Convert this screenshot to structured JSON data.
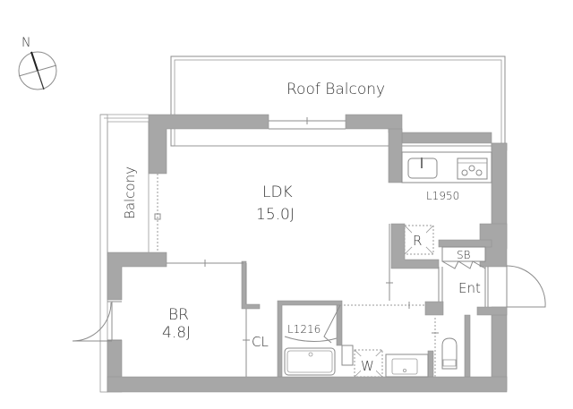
{
  "compass": {
    "label": "N",
    "icon": "north-arrow-compass-icon"
  },
  "rooms": {
    "roof_balcony": {
      "label": "Roof Balcony"
    },
    "balcony": {
      "label": "Balcony"
    },
    "ldk": {
      "label": "LDK",
      "size": "15.0J"
    },
    "kitchen": {
      "label": "L1950"
    },
    "refrigerator": {
      "label": "R"
    },
    "shoe_box": {
      "label": "SB"
    },
    "entrance": {
      "label": "Ent"
    },
    "bedroom": {
      "label": "BR",
      "size": "4.8J"
    },
    "closet": {
      "label": "CL"
    },
    "bathroom": {
      "label": "L1216"
    },
    "washer": {
      "label": "W"
    }
  },
  "colors": {
    "wall": "#a7a7a7",
    "line": "#8c8c8c",
    "text": "#3a3a3a",
    "background": "#ffffff"
  }
}
